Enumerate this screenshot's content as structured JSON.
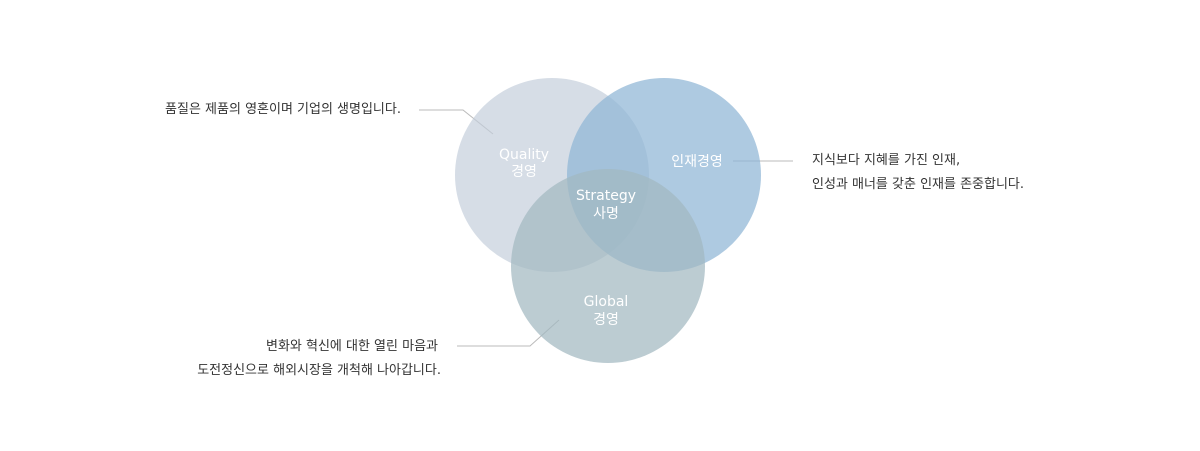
{
  "diagram": {
    "circles": {
      "quality": {
        "line1": "Quality",
        "line2": "경영",
        "color": "#c3cdda"
      },
      "people": {
        "line1": "인재경영",
        "color": "#8fb6d6"
      },
      "global": {
        "line1": "Global",
        "line2": "경영",
        "color": "#a2b9c0"
      },
      "center": {
        "line1": "Strategy",
        "line2": "사명"
      }
    },
    "descriptions": {
      "quality": [
        "품질은 제품의 영혼이며 기업의 생명입니다."
      ],
      "people": [
        "지식보다 지혜를 가진 인재,",
        "인성과 매너를 갖춘 인재를 존중합니다."
      ],
      "global": [
        "변화와 혁신에 대한 열린 마음과",
        "도전정신으로 해외시장을 개척해 나아갑니다."
      ]
    },
    "line_color": "#bbbbbb"
  }
}
